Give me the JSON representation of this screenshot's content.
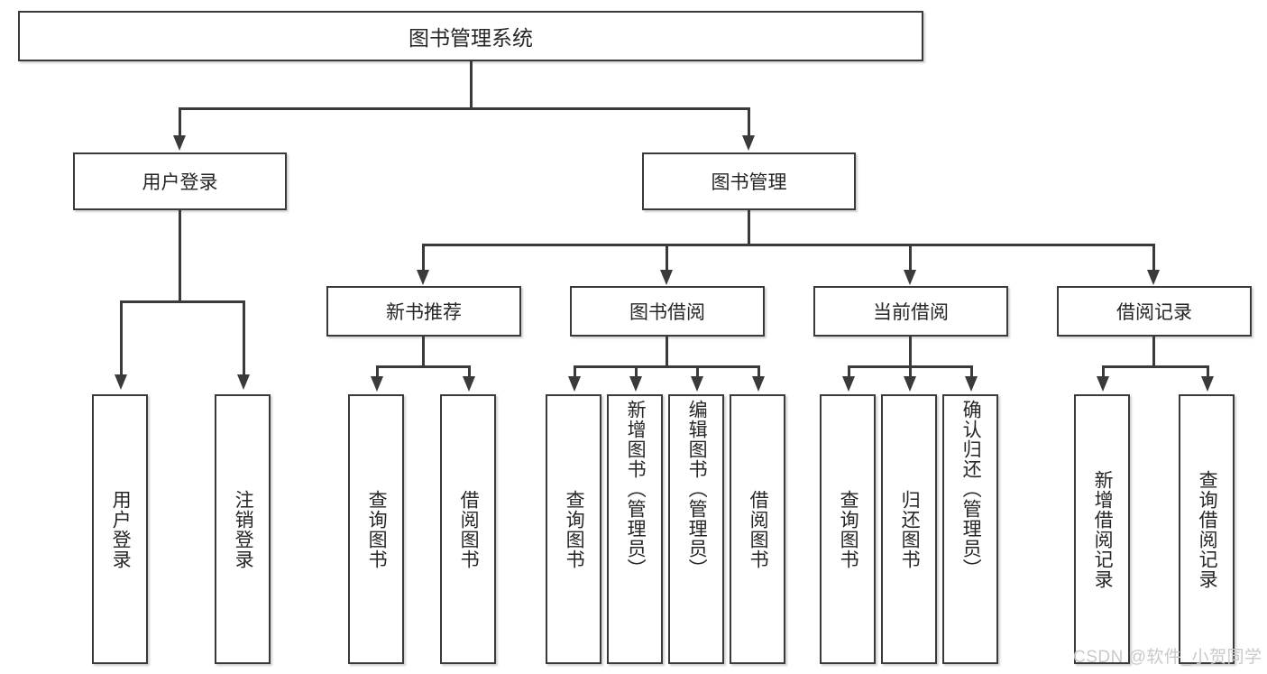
{
  "diagram": {
    "type": "tree-hierarchy-flowchart",
    "root": {
      "label": "图书管理系统"
    },
    "level1": [
      {
        "label": "用户登录"
      },
      {
        "label": "图书管理"
      }
    ],
    "level2": [
      {
        "label": "新书推荐"
      },
      {
        "label": "图书借阅"
      },
      {
        "label": "当前借阅"
      },
      {
        "label": "借阅记录"
      }
    ],
    "leaves": {
      "user_login": [
        {
          "label": "用户登录"
        },
        {
          "label": "注销登录"
        }
      ],
      "new_book_recommend": [
        {
          "label": "查询图书"
        },
        {
          "label": "借阅图书"
        }
      ],
      "book_borrow": [
        {
          "label": "查询图书"
        },
        {
          "label": "新增图书（管理员）"
        },
        {
          "label": "编辑图书（管理员）"
        },
        {
          "label": "借阅图书"
        }
      ],
      "current_borrow": [
        {
          "label": "查询图书"
        },
        {
          "label": "归还图书"
        },
        {
          "label": "确认归还（管理员）"
        }
      ],
      "borrow_record": [
        {
          "label": "新增借阅记录"
        },
        {
          "label": "查询借阅记录"
        }
      ]
    }
  },
  "watermark": {
    "text": "CSDN @软件_小贺同学"
  },
  "colors": {
    "border": "#3a3a3a",
    "text": "#262626",
    "background": "#ffffff",
    "watermark": "#c9c9c9"
  }
}
